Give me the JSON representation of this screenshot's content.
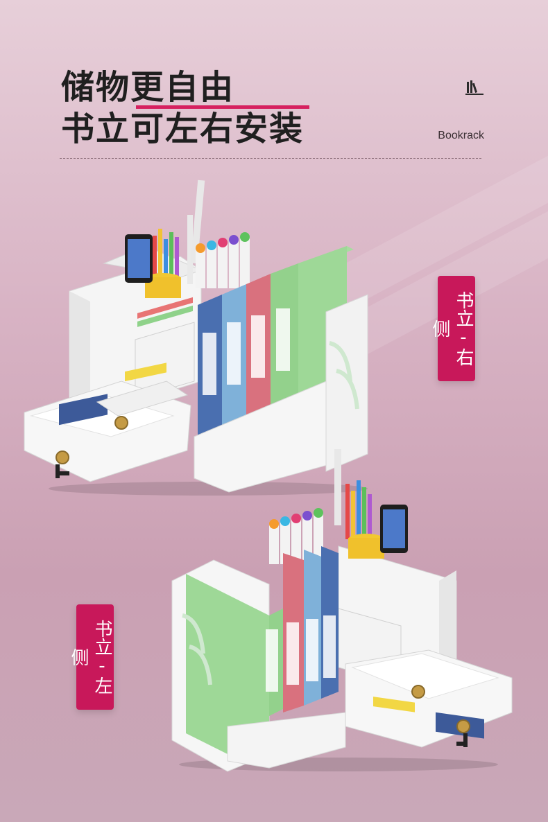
{
  "headline": {
    "line1": "储物更自由",
    "line2": "书立可左右安装"
  },
  "brand": {
    "icon": "book-stack-icon",
    "text": "Bookrack"
  },
  "tags": {
    "right": "书立-右侧",
    "left": "书立-左侧"
  },
  "colors": {
    "accent": "#d6205f",
    "tag": "#c8185a",
    "background_top": "#e7cfd9",
    "background_bottom": "#c9a8b8",
    "folder_blue": "#4a6fb0",
    "folder_sky": "#7fb1d9",
    "folder_rose": "#d9717e",
    "folder_green": "#93d18c"
  }
}
